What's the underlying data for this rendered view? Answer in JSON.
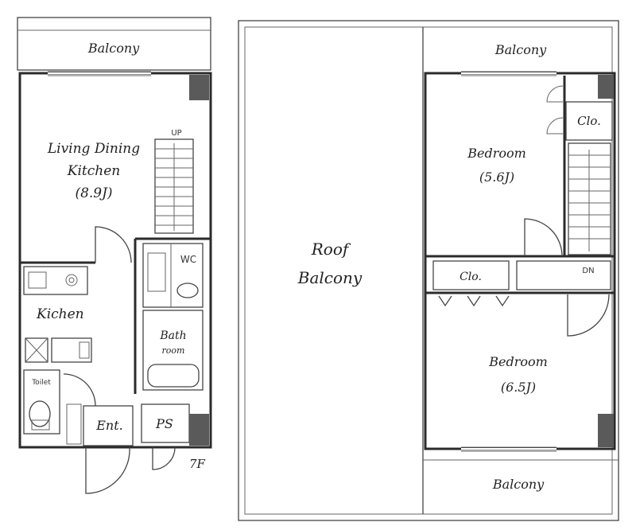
{
  "floor_left": {
    "balcony": "Balcony",
    "ldk": {
      "line1": "Living Dining",
      "line2": "Kitchen",
      "size": "(8.9J)"
    },
    "stairs_up": "UP",
    "kitchen": "Kichen",
    "wc": "WC",
    "bath": {
      "line1": "Bath",
      "line2": "room"
    },
    "toilet": "Toilet",
    "entrance": "Ent.",
    "ps": "PS",
    "floor_num": "7F"
  },
  "floor_right": {
    "balcony_top": "Balcony",
    "roof_balcony": {
      "line1": "Roof",
      "line2": "Balcony"
    },
    "bedroom1": {
      "name": "Bedroom",
      "size": "(5.6J)"
    },
    "closet1": "Clo.",
    "closet2": "Clo.",
    "stairs_down": "DN",
    "bedroom2": {
      "name": "Bedroom",
      "size": "(6.5J)"
    },
    "balcony_bottom": "Balcony"
  }
}
